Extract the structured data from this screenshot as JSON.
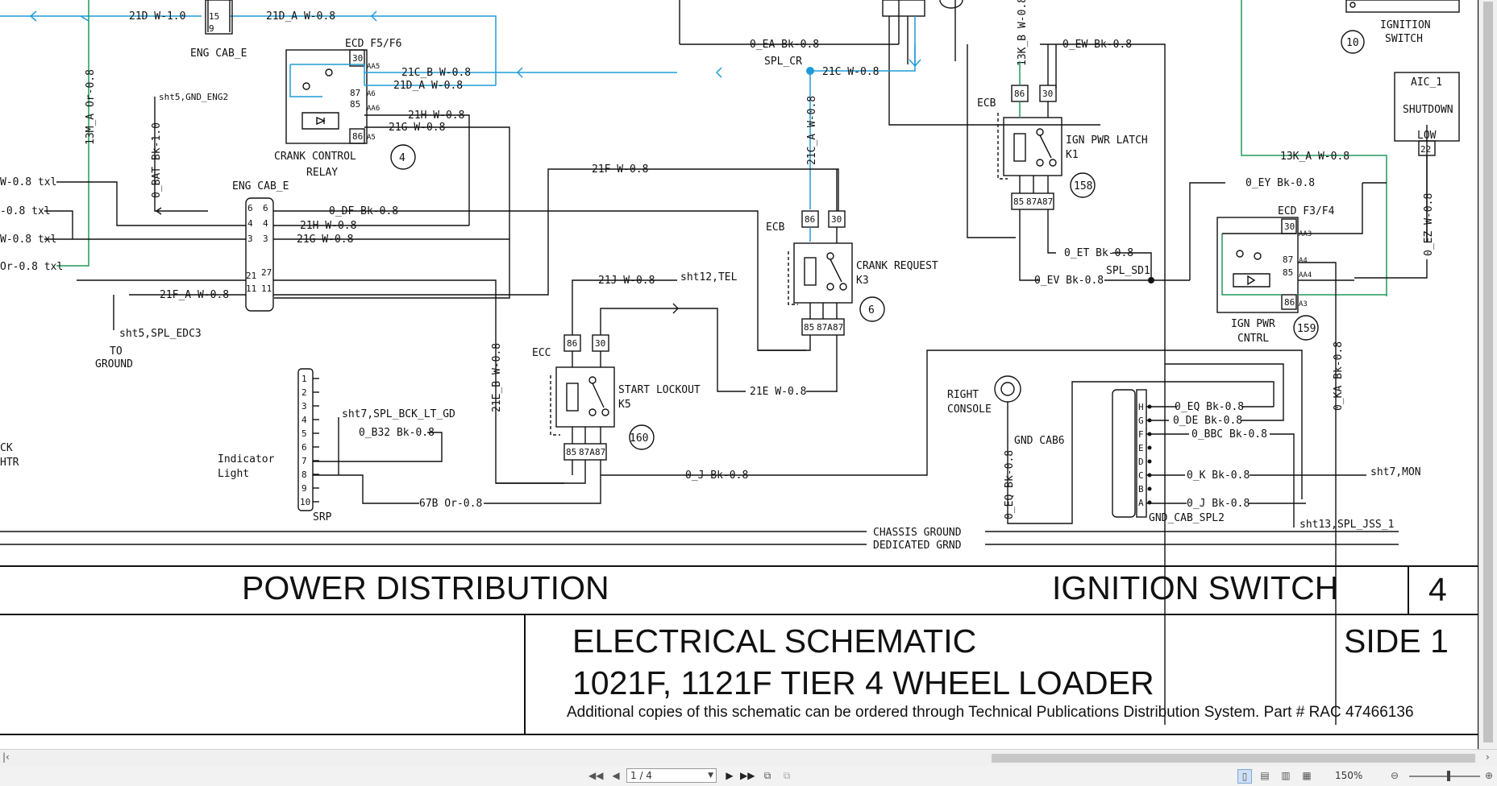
{
  "colors": {
    "wire": "#111111",
    "wire_blue": "#1e9bd7",
    "wire_green": "#1f9a5a",
    "background": "#ffffff"
  },
  "wire_labels": {
    "w21d": "21D W-1.0",
    "w21da_top": "21D_A W-0.8",
    "w0ea": "0_EA Bk-0.8",
    "w0ew": "0_EW Bk-0.8",
    "w13kb": "13K_B W-0.8",
    "w13ma": "13M_A Or-0.8",
    "w21cb": "21C_B W-0.8",
    "w21da": "21D_A W-0.8",
    "w21c": "21C W-0.8",
    "spl_cr": "SPL_CR",
    "w21h": "21H W-0.8",
    "w21g": "21G W-0.8",
    "sh15gnd": "sht5,GND_ENG2",
    "w0bat": "0_BAT Bk-1.0",
    "w21ca": "21C_A W-0.8",
    "w21f": "21F W-0.8",
    "w13ka": "13K_A W-0.8",
    "w0ey": "0_EY Bk-0.8",
    "w0ez": "0_EZ W-0.8",
    "left1": "W-0.8 txl",
    "left2": "-0.8 txl",
    "left3": "W-0.8 txl",
    "left4": "Or-0.8 txl",
    "w0df": "0_DF Bk-0.8",
    "w21h2": "21H W-0.8",
    "w21g2": "21G W-0.8",
    "w21fa": "21F_A W-0.8",
    "w0et": "0_ET Bk-0.8",
    "w0ev": "0_EV Bk-0.8",
    "spl_sd1": "SPL_SD1",
    "w21j": "21J W-0.8",
    "sh12tel": "sht12,TEL",
    "sh15edc": "sht5,SPL_EDC3",
    "to_ground": "TO",
    "to_ground2": "GROUND",
    "w21eb": "21E_B W-0.8",
    "w21e": "21E W-0.8",
    "w0ka": "0_KA Bk-0.8",
    "sh17bck": "sht7,SPL_BCK_LT_GD",
    "w0b32": "0_B32 Bk-0.8",
    "w0j": "0_J Bk-0.8",
    "w67b": "67B Or-0.8",
    "w0eq": "0_EQ Bk-0.8",
    "w0de": "0_DE Bk-0.8",
    "w0bbc": "0_BBC Bk-0.8",
    "w0k": "0_K Bk-0.8",
    "w0j2": "0_J Bk-0.8",
    "w0eq_v": "0_EQ Bk-0.8",
    "sh17mon": "sht7,MON",
    "sh13jss": "sht13,SPL_JSS_1",
    "ck": "CK",
    "htr": "HTR"
  },
  "components": {
    "eng_cab_top": "ENG CAB_E",
    "ecd_f5f6": "ECD F5/F6",
    "crank_control": "CRANK CONTROL",
    "relay": "RELAY",
    "num4": "4",
    "eng_cab": "ENG CAB_E",
    "ecb1": "ECB",
    "crank_request": "CRANK REQUEST",
    "k3": "K3",
    "num6": "6",
    "ecb2": "ECB",
    "ign_pwr_latch": "IGN PWR LATCH",
    "k1": "K1",
    "num158": "158",
    "ignition_switch": "IGNITION",
    "ignition_switch2": "SWITCH",
    "num10": "10",
    "aic1": "AIC_1",
    "shutdown": "SHUTDOWN",
    "low": "LOW",
    "pin22": "22",
    "ecd_f3f4": "ECD F3/F4",
    "ign_pwr_cntrl": "IGN PWR",
    "cntrl": "CNTRL",
    "num159": "159",
    "ecc": "ECC",
    "start_lockout": "START LOCKOUT",
    "k5": "K5",
    "num160": "160",
    "indicator": "Indicator",
    "light": "Light",
    "srp": "SRP",
    "right_console": "RIGHT",
    "console": "CONSOLE",
    "gnd_cab6": "GND CAB6",
    "gnd_cab_spl2": "GND_CAB_SPL2",
    "chassis_ground": "CHASSIS GROUND",
    "dedicated_grnd": "DEDICATED GRND"
  },
  "pins": {
    "p86": "86",
    "p30": "30",
    "p85": "85",
    "p87a": "87A",
    "p87": "87",
    "pAA5": "AA5",
    "pA6": "A6",
    "pAA6": "AA6",
    "pA5": "A5",
    "pAA3": "AA3",
    "pA4": "A4",
    "pAA4": "AA4",
    "pA3": "A3",
    "p15": "15",
    "p9": "9",
    "p6": "6",
    "p4": "4",
    "p3": "3",
    "p21": "21",
    "p11": "11",
    "p27": "27",
    "srp_pins": [
      "1",
      "2",
      "3",
      "4",
      "5",
      "6",
      "7",
      "8",
      "9",
      "10"
    ],
    "spl_pins": [
      "H",
      "G",
      "F",
      "E",
      "D",
      "C",
      "B",
      "A"
    ]
  },
  "title_block": {
    "power_distribution": "POWER DISTRIBUTION",
    "ignition_switch": "IGNITION SWITCH",
    "sheet": "4",
    "electrical_schematic": "ELECTRICAL SCHEMATIC",
    "side": "SIDE 1",
    "model": "1021F, 1121F TIER 4 WHEEL LOADER",
    "note": "Additional copies of this schematic can be ordered through Technical Publications Distribution System. Part # RAC 47466136"
  },
  "viewer": {
    "page_indicator": "1 / 4",
    "zoom": "150%"
  }
}
